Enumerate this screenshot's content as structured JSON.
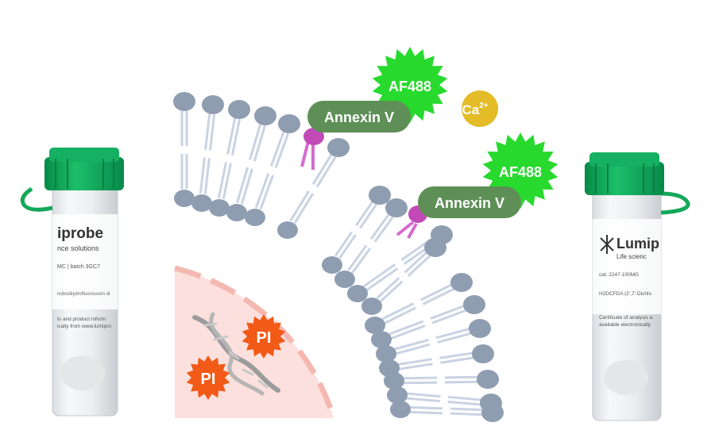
{
  "labels": {
    "annexin": "Annexin V",
    "af488": "AF488",
    "calcium": "Ca",
    "calcium_charge": "2+",
    "pi": "PI"
  },
  "left_vial": {
    "brand": "iprobe",
    "tagline": "nce solutions",
    "cat_line": "MC | batch 3GC7",
    "name_line": "nobodiiydrofluoroscein di",
    "note_line1": "ts and product inform",
    "note_line2": "ically from www.lumipro"
  },
  "right_vial": {
    "brand": "Lumip",
    "tagline": "Life scienc",
    "cat_line": "cat. 2247-100MG",
    "name_line": "H2DCFDA (2',7'-Dichlo",
    "note_line1": "Certificate of analysis a",
    "note_line2": "available electronically"
  },
  "colors": {
    "lipid_head": "#8f9db1",
    "lipid_tail": "#c9d3e3",
    "annexin": "#5e8f57",
    "af488": "#28d92e",
    "calcium": "#e3bc27",
    "pi": "#f25a17",
    "ps": "#c24ab7",
    "cap": "#10a95a",
    "cell": "#fce0dd"
  }
}
